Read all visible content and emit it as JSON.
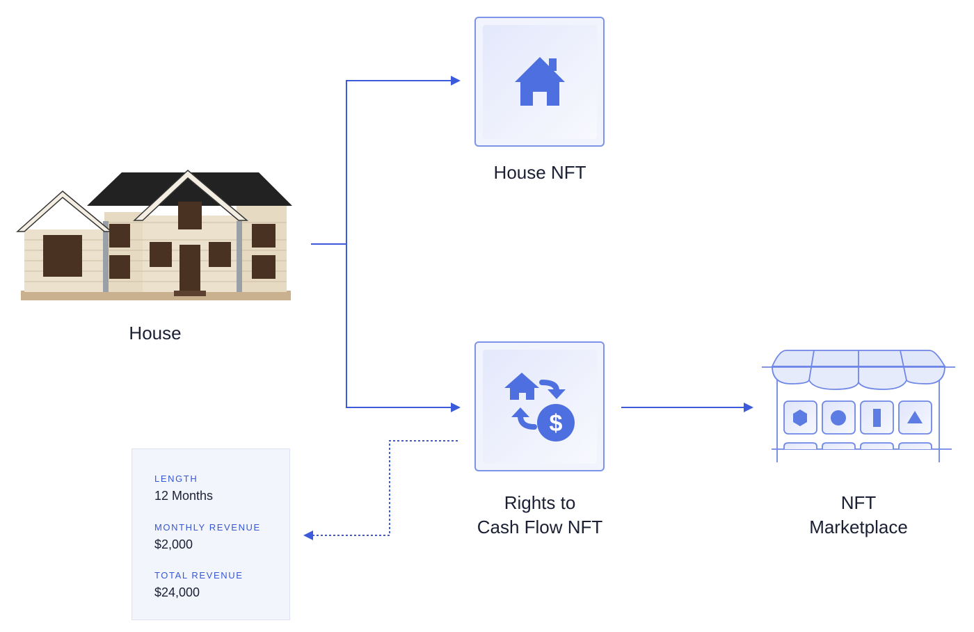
{
  "nodes": {
    "house": {
      "label": "House"
    },
    "house_nft": {
      "label": "House NFT"
    },
    "cash_flow_nft": {
      "label_line1": "Rights to",
      "label_line2": "Cash Flow NFT"
    },
    "marketplace": {
      "label_line1": "NFT",
      "label_line2": "Marketplace"
    }
  },
  "info": {
    "length_label": "LENGTH",
    "length_value": "12 Months",
    "monthly_label": "MONTHLY REVENUE",
    "monthly_value": "$2,000",
    "total_label": "TOTAL REVENUE",
    "total_value": "$24,000"
  },
  "colors": {
    "accent": "#3b5bdb",
    "icon": "#4d6fe0",
    "text": "#1b1f33"
  }
}
